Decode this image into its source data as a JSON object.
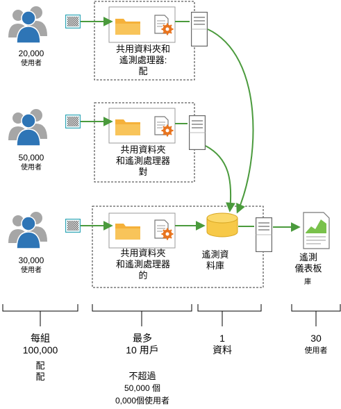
{
  "rows": [
    {
      "users_count": "20,000",
      "users_label": "使用者",
      "folder_label": "共用資料夾和\n遙測處理器:\n配"
    },
    {
      "users_count": "50,000",
      "users_label": "使用者",
      "folder_label": "共用資料夾\n和遙測處理器\n對"
    },
    {
      "users_count": "30,000",
      "users_label": "使用者",
      "folder_label": "共用資料夾\n和遙測處理器\n的"
    }
  ],
  "database_label": "遙測資\n料庫",
  "dashboard_label": "遙測\n儀表板",
  "dashboard_sublabel": "庫",
  "footer": {
    "col1": {
      "main": "每組\n100,000",
      "sub": "配\n配"
    },
    "col2": {
      "main": "最多\n10 用戶",
      "sub1": "不超過",
      "sub2": "50,000 個",
      "sub3": "0,000個使用者"
    },
    "col3": {
      "main": "1\n資料"
    },
    "col4": {
      "main": "30",
      "sub": "使用者"
    }
  },
  "colors": {
    "arrow_green": "#4a9a3c",
    "user_front": "#2e75b6",
    "user_back": "#a6a6a6",
    "folder": "#f5b13a",
    "gear": "#e8741f",
    "db_fill": "#f7c948",
    "chart_green": "#79c14b",
    "monitor_teal": "#2ba3b4"
  }
}
